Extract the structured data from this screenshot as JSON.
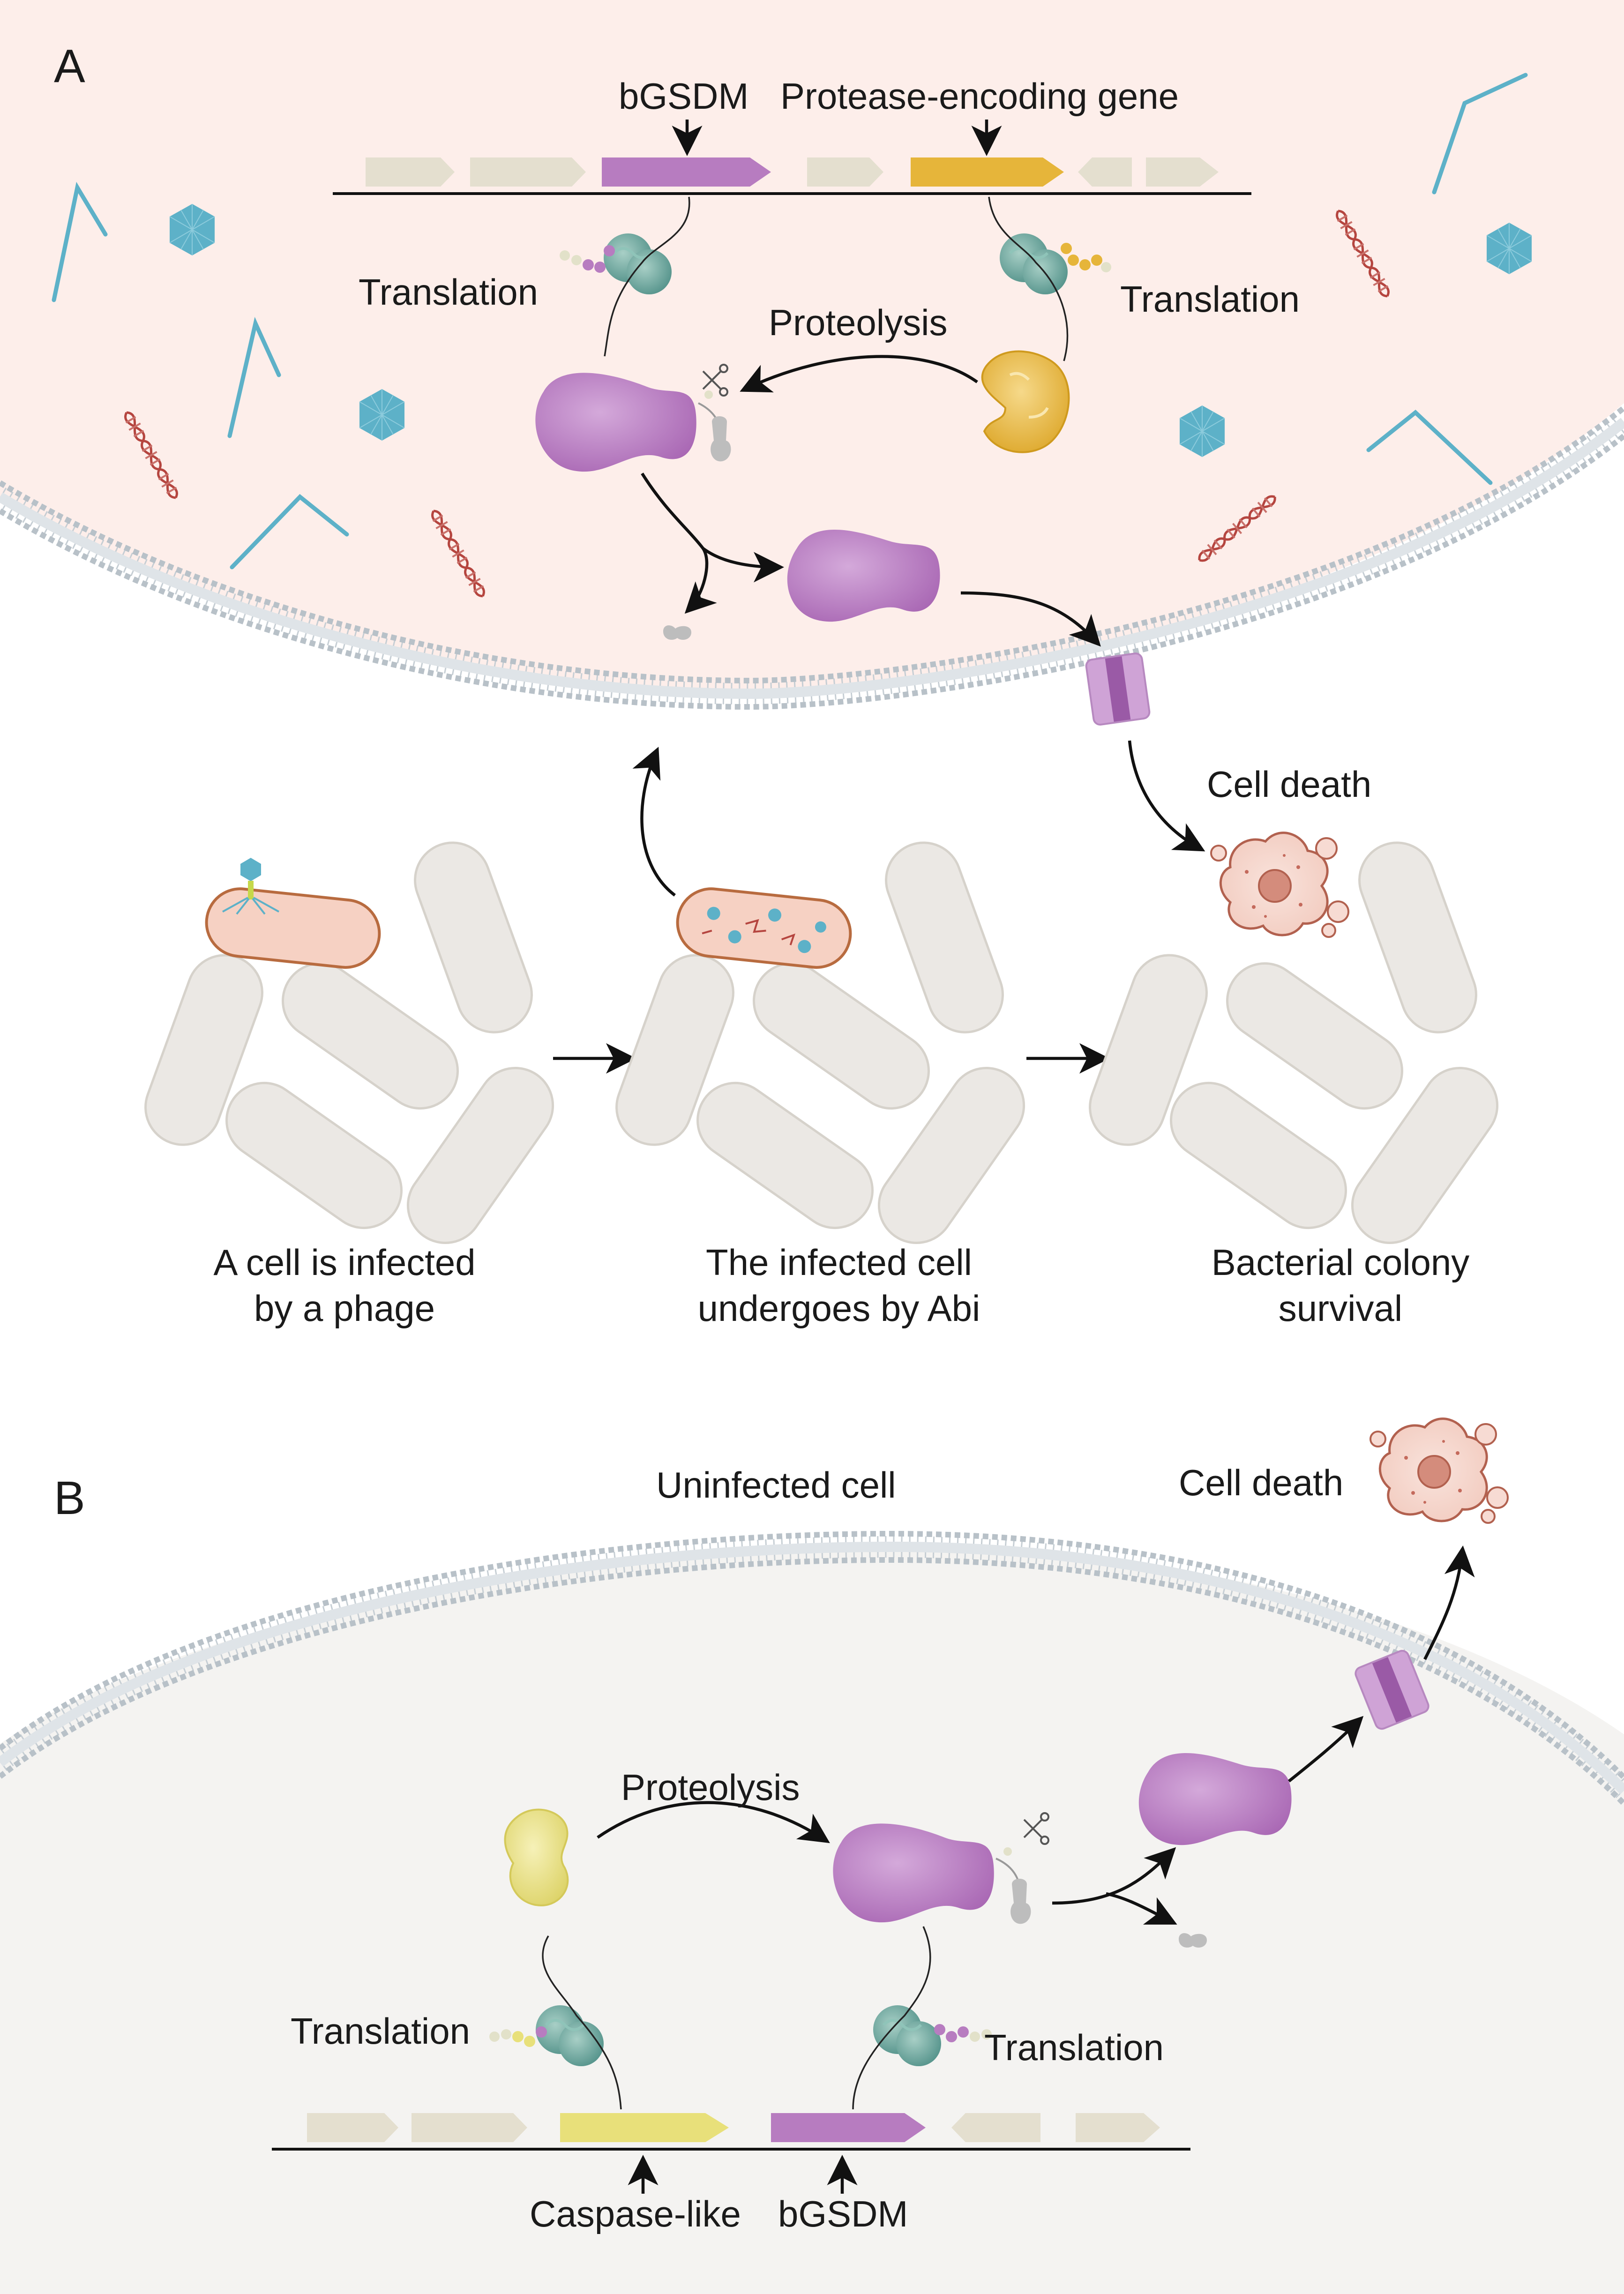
{
  "panels": {
    "a": {
      "letter": "A",
      "gene_bgsdm": "bGSDM",
      "gene_protease": "Protease-encoding gene",
      "translation_left": "Translation",
      "translation_right": "Translation",
      "proteolysis": "Proteolysis",
      "cell_death": "Cell death",
      "step1_line1": "A cell is infected",
      "step1_line2": "by a phage",
      "step2_line1": "The infected cell",
      "step2_line2": "undergoes by Abi",
      "step3_line1": "Bacterial colony",
      "step3_line2": "survival"
    },
    "b": {
      "letter": "B",
      "uninfected_cell": "Uninfected cell",
      "cell_death": "Cell death",
      "proteolysis": "Proteolysis",
      "translation_left": "Translation",
      "translation_right": "Translation",
      "gene_caspase": "Caspase-like",
      "gene_bgsdm": "bGSDM"
    }
  },
  "colors": {
    "infected_background": "#fdeeea",
    "uninfected_background": "#f4f3f1",
    "gasdermin": "#b77cc0",
    "protease_active": "#e6b53a",
    "caspase_like": "#e8e07a",
    "gene_filler": "#e4dfcf",
    "phage_particle": "#5db1c8",
    "phage_dna": "#b5453f",
    "bacterium": "#ebe8e4",
    "infected_bacterium": "#f6d1c3",
    "dead_cell": "#f6d7cf"
  }
}
